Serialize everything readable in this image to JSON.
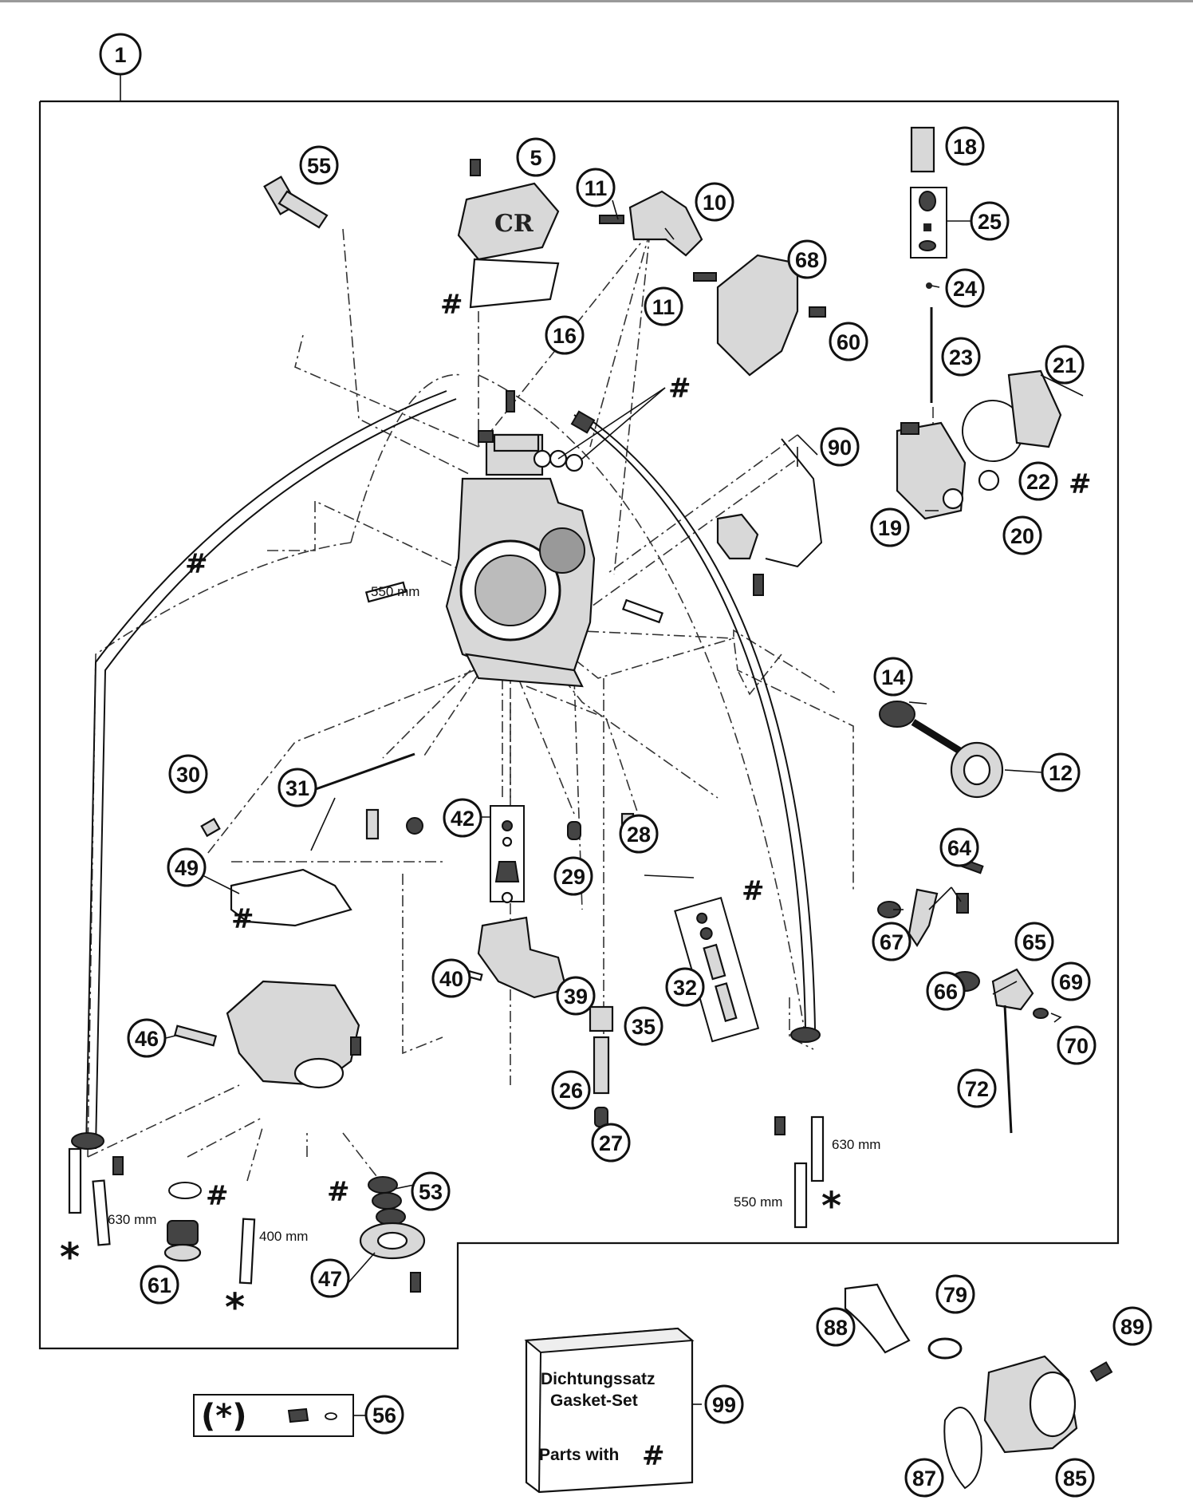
{
  "assembly": {
    "number": "1"
  },
  "callouts": [
    {
      "id": "5",
      "label": "5"
    },
    {
      "id": "10",
      "label": "10"
    },
    {
      "id": "11a",
      "label": "11"
    },
    {
      "id": "11b",
      "label": "11"
    },
    {
      "id": "12",
      "label": "12"
    },
    {
      "id": "14",
      "label": "14"
    },
    {
      "id": "16",
      "label": "16"
    },
    {
      "id": "18",
      "label": "18"
    },
    {
      "id": "19",
      "label": "19"
    },
    {
      "id": "20",
      "label": "20"
    },
    {
      "id": "21",
      "label": "21"
    },
    {
      "id": "22",
      "label": "22"
    },
    {
      "id": "23",
      "label": "23"
    },
    {
      "id": "24",
      "label": "24"
    },
    {
      "id": "25",
      "label": "25"
    },
    {
      "id": "26",
      "label": "26"
    },
    {
      "id": "27",
      "label": "27"
    },
    {
      "id": "28",
      "label": "28"
    },
    {
      "id": "29",
      "label": "29"
    },
    {
      "id": "30",
      "label": "30"
    },
    {
      "id": "31",
      "label": "31"
    },
    {
      "id": "32",
      "label": "32"
    },
    {
      "id": "35",
      "label": "35"
    },
    {
      "id": "39",
      "label": "39"
    },
    {
      "id": "40",
      "label": "40"
    },
    {
      "id": "42",
      "label": "42"
    },
    {
      "id": "46",
      "label": "46"
    },
    {
      "id": "47",
      "label": "47"
    },
    {
      "id": "49",
      "label": "49"
    },
    {
      "id": "53",
      "label": "53"
    },
    {
      "id": "55",
      "label": "55"
    },
    {
      "id": "56",
      "label": "56"
    },
    {
      "id": "60",
      "label": "60"
    },
    {
      "id": "61",
      "label": "61"
    },
    {
      "id": "64",
      "label": "64"
    },
    {
      "id": "65",
      "label": "65"
    },
    {
      "id": "66",
      "label": "66"
    },
    {
      "id": "67",
      "label": "67"
    },
    {
      "id": "68",
      "label": "68"
    },
    {
      "id": "69",
      "label": "69"
    },
    {
      "id": "70",
      "label": "70"
    },
    {
      "id": "72",
      "label": "72"
    },
    {
      "id": "79",
      "label": "79"
    },
    {
      "id": "85",
      "label": "85"
    },
    {
      "id": "87",
      "label": "87"
    },
    {
      "id": "88",
      "label": "88"
    },
    {
      "id": "89",
      "label": "89"
    },
    {
      "id": "90",
      "label": "90"
    },
    {
      "id": "99",
      "label": "99"
    }
  ],
  "hose_labels": {
    "h550_top": "550 mm",
    "h550_bottom": "550 mm",
    "h630_right": "630 mm",
    "h630_left": "630 mm",
    "h400": "400 mm"
  },
  "marks": {
    "gasket": "#",
    "hose_kit": "*"
  },
  "gasket_box": {
    "line1": "Dichtungssatz",
    "line2": "Gasket-Set",
    "line3": "Parts with",
    "mark": "#"
  },
  "hose_kit_box": {
    "text": "(*)"
  }
}
